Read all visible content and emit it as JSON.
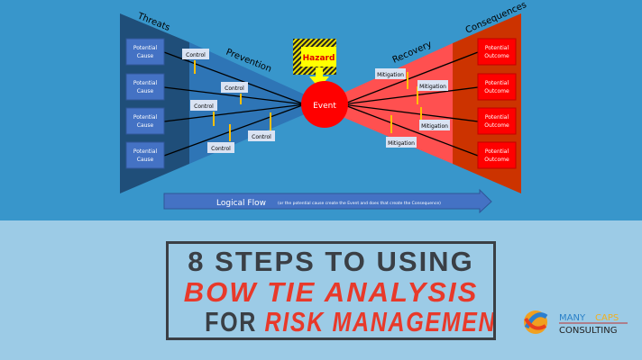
{
  "diagram": {
    "labels": {
      "threats": "Threats",
      "prevention": "Prevention",
      "recovery": "Recovery",
      "consequences": "Consequences"
    },
    "causes": [
      "Potential Cause",
      "Potential Cause",
      "Potential Cause",
      "Potential Cause"
    ],
    "outcomes": [
      "Potential Outcome",
      "Potential Outcome",
      "Potential Outcome",
      "Potential Outcome"
    ],
    "controls": [
      "Control",
      "Control",
      "Control",
      "Control",
      "Control"
    ],
    "mitigations": [
      "Mitigation",
      "Mitigation",
      "Mitigation",
      "Mitigation"
    ],
    "hazard": "Hazard",
    "event": "Event",
    "flow_label": "Logical Flow",
    "flow_note": "(or the potential cause create the Event and does that create the Consequence)"
  },
  "title": {
    "line1": "8 STEPS TO USING",
    "line2": "BOW TIE ANALYSIS",
    "line3_prefix": "FOR",
    "line3_accent": "RISK MANAGEMENT"
  },
  "logo": {
    "word1": "MANY",
    "word2": "CAPS",
    "word3": "CONSULTING"
  },
  "colors": {
    "accent": "#e8392a",
    "dark": "#3a3f45",
    "background_top": "#3896cb",
    "background_bottom": "#9ccbe6"
  }
}
